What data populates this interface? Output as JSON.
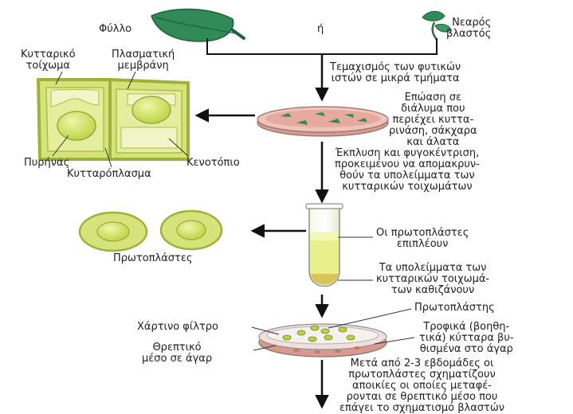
{
  "colors": {
    "leaf": "#2f8a58",
    "leaf_dark": "#1f5f3a",
    "cell_fill": "#d6e37a",
    "cell_wall": "#9ab33a",
    "nucleus": "#c7df4e",
    "dish_pink": "#e6a9a0",
    "liquid": "#e9f08a",
    "sediment": "#d8c35a",
    "arrow": "#111111"
  },
  "top": {
    "leaf_label": "Φύλλο",
    "or_label": "ή",
    "sprout_label": [
      "Νεαρός",
      "βλαστός"
    ]
  },
  "step1": [
    "Τεμαχισμός των φυτικών",
    "ιστών σε μικρά τμήματα"
  ],
  "step2": [
    "Επώαση σε",
    "διάλυμα που",
    "περιέχει κυττα-",
    "ρινάση, σάκχαρα",
    "και άλατα"
  ],
  "cell_labels": {
    "cell_wall": [
      "Κυτταρικό",
      "τοίχωμα"
    ],
    "plasma_membrane": [
      "Πλασματική",
      "μεμβράνη"
    ],
    "nucleus": "Πυρήνας",
    "cytoplasm": "Κυτταρόπλασμα",
    "vacuole": "Κενοτόπιο"
  },
  "step3": [
    "Έκπλυση και φυγοκέντριση,",
    "προκειμένου να απομακρυν-",
    "θούν τα υπολείμματα των",
    "κυτταρικών τοιχωμάτων"
  ],
  "protoplasts_label": "Πρωτοπλάστες",
  "float_label": [
    "Οι πρωτοπλάστες",
    "επιπλέουν"
  ],
  "sediment_label": [
    "Τα υπολείμματα των",
    "κυτταρικών τοιχωμά-",
    "των καθιζάνουν"
  ],
  "dish_labels": {
    "protoplast": "Πρωτοπλάστης",
    "filter": "Χάρτινο φίλτρο",
    "nutrient": [
      "Θρεπτικό",
      "μέσο σε άγαρ"
    ],
    "feeder": [
      "Τροφικά (βοηθη-",
      "τικά) κύτταρα βυ-",
      "θισμένα στο άγαρ"
    ]
  },
  "step4": [
    "Μετά από 2-3 εβδομάδες οι",
    "πρωτοπλάστες σχηματίζουν",
    "αποικίες οι οποίες μεταφέ-",
    "ρονται σε θρεπτικό μέσο που",
    "επάγει το σχηματισμό βλαστών"
  ]
}
